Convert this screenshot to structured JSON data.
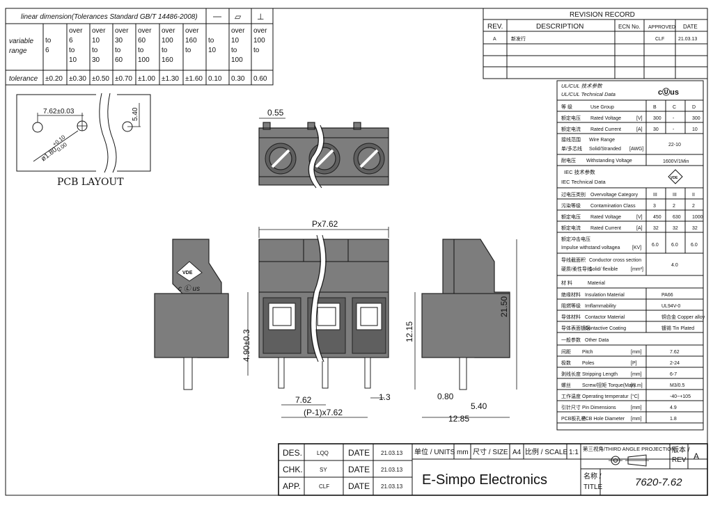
{
  "tolerance_table": {
    "title": "linear dimension(Tolerances Standard GB/T 14486-2008)",
    "sym_flat": "—",
    "sym_parallel": "▱",
    "sym_perp": "⊥",
    "row1_label": "variable range",
    "row2_label": "tolerance",
    "ranges": [
      "to 6",
      "over 6 to 10",
      "over 10 to 30",
      "over 30 to 60",
      "over 60 to 100",
      "over 100 to 160",
      "over 160 to",
      "to 10",
      "over 10 to 100",
      "over 100 to"
    ],
    "tolerances": [
      "±0.20",
      "±0.30",
      "±0.50",
      "±0.70",
      "±1.00",
      "±1.30",
      "±1.60",
      "0.10",
      "0.30",
      "0.60"
    ]
  },
  "revision": {
    "title": "REVISION RECORD",
    "headers": [
      "REV.",
      "DESCRIPTION",
      "ECN No.",
      "APPROVED",
      "DATE"
    ],
    "rows": [
      [
        "A",
        "新发行",
        "",
        "CLF",
        "21.03.13"
      ]
    ]
  },
  "pcb": {
    "pitch": "7.62±0.03",
    "offset": "5.40",
    "hole": "ø1.80+0.10/-0.00",
    "hole_main": "ø1.80",
    "hole_plus": "+0.10",
    "hole_minus": "0.00",
    "caption": "PCB LAYOUT"
  },
  "dimensions": {
    "top_055": "0.55",
    "pitch_p": "Px7.62",
    "d_2150": "21.50",
    "d_1215": "12.15",
    "d_490": "4.90±0.3",
    "d_762": "7.62",
    "d_13": "1.3",
    "d_p1": "(P-1)x7.62",
    "d_080": "0.80",
    "d_540": "5.40",
    "d_1285": "12.85",
    "vde": "VDE",
    "ul_marks": "c Ⓛ us"
  },
  "specs": {
    "ul_cn": "UL/CUL  技术参数",
    "ul_en": "UL/CUL  Technical Data",
    "ul_logo": "cⓊus",
    "rows_ul": [
      {
        "cn": "等 级",
        "en": "Use Group",
        "unit": "",
        "vals": [
          "B",
          "C",
          "D"
        ]
      },
      {
        "cn": "额定电压",
        "en": "Rated Voltage",
        "unit": "[V]",
        "vals": [
          "300",
          "-",
          "300"
        ]
      },
      {
        "cn": "额定电流",
        "en": "Rated Current",
        "unit": "[A]",
        "vals": [
          "30",
          "-",
          "10"
        ]
      }
    ],
    "wire_cn": "接线范围",
    "wire_en": "Wire Range",
    "solid_cn": "单/多芯线",
    "solid_en": "Solid/Stranded",
    "wire_unit": "[AWG]",
    "wire_val": "22-10",
    "withstand_cn": "耐电压",
    "withstand_en": "Withstanding Voltage",
    "withstand_val": "1600V/1Min",
    "iec_cn": "IEC  技术参数",
    "iec_en": "IEC  Technical Data",
    "iec_logo": "VDE",
    "rows_iec": [
      {
        "cn": "过电压类别",
        "en": "Overvoltage Category",
        "unit": "",
        "vals": [
          "III",
          "III",
          "II"
        ]
      },
      {
        "cn": "污染等级",
        "en": "Contamination Class",
        "unit": "",
        "vals": [
          "3",
          "2",
          "2"
        ]
      },
      {
        "cn": "额定电压",
        "en": "Rated Voltage",
        "unit": "[V]",
        "vals": [
          "450",
          "630",
          "1000"
        ]
      },
      {
        "cn": "额定电流",
        "en": "Rated Current",
        "unit": "[A]",
        "vals": [
          "32",
          "32",
          "32"
        ]
      }
    ],
    "impulse_cn": "额定冲击电压",
    "impulse_en": "Impulse withstand voltagea",
    "impulse_unit": "[KV]",
    "impulse_vals": [
      "6.0",
      "6.0",
      "6.0"
    ],
    "cross_cn": "导线截面积",
    "cross_en": "Conductor cross section",
    "cross2_cn": "硬质/柔性导线",
    "cross2_en": "Solid/ flexible",
    "cross_unit": "[mm²]",
    "cross_val": "4.0",
    "material_cn": "材 料",
    "material_en": "Material",
    "rows_mat": [
      {
        "cn": "绝缘材料",
        "en": "Insulation Material",
        "val": "PA66"
      },
      {
        "cn": "阻燃等级",
        "en": "Imflammability",
        "val": "UL94V-0"
      },
      {
        "cn": "导体材料",
        "en": "Contactor Material",
        "val": "铜合金 Copper alloy"
      },
      {
        "cn": "导体表面镀层",
        "en": "Contactive Coating",
        "val": "镀锡 Tin Plated"
      }
    ],
    "other_cn": "一般参数",
    "other_en": "Other Data",
    "rows_other": [
      {
        "cn": "间距",
        "en": "Pitch",
        "unit": "[mm]",
        "val": "7.62"
      },
      {
        "cn": "极数",
        "en": "Poles",
        "unit": "[P]",
        "val": "2-24"
      },
      {
        "cn": "剥线长度",
        "en": "Stripping Length",
        "unit": "[mm]",
        "val": "6-7"
      },
      {
        "cn": "螺丝",
        "en": "Screw/扭矩 Torque(Max)",
        "unit": "[N.m]",
        "val": "M3/0.5"
      },
      {
        "cn": "工作温度",
        "en": "Operating temperatur",
        "unit": "[°C]",
        "val": "-40~+105"
      },
      {
        "cn": "引针尺寸",
        "en": "Pin Dimensions",
        "unit": "[mm]",
        "val": "4.9"
      },
      {
        "cn": "PCB板孔径",
        "en": "PCB Hole Diameter",
        "unit": "[mm]",
        "val": "1.8"
      }
    ]
  },
  "titleblock": {
    "des": "DES.",
    "des_v": "LQQ",
    "chk": "CHK.",
    "chk_v": "SY",
    "app": "APP.",
    "app_v": "CLF",
    "date": "DATE",
    "d1": "21.03.13",
    "d2": "21.03.13",
    "d3": "21.03.13",
    "units": "单位 / UNITS",
    "units_v": "mm",
    "size": "尺寸 / SIZE",
    "size_v": "A4",
    "scale": "比例 / SCALE",
    "scale_v": "1:1",
    "proj": "第三视角/THIRD ANGLE PROJECTION",
    "rev": "版本 / REV",
    "rev_v": "A",
    "company": "E-Simpo Electronics",
    "name_cn": "名称 /",
    "name_en": "TITLE",
    "title_v": "7620-7.62"
  }
}
